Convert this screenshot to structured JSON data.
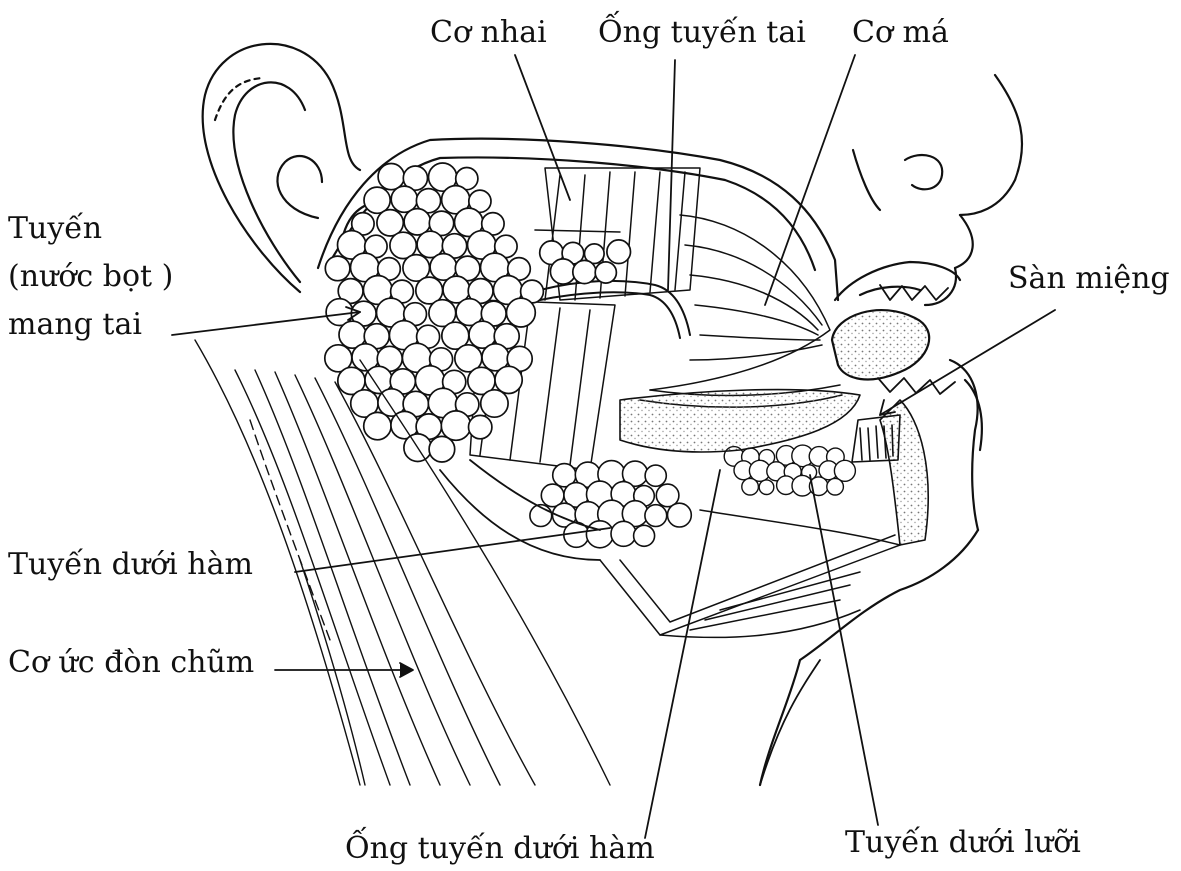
{
  "labels": {
    "co_nhai": "Cơ nhai",
    "ong_tuyen_tai": "Ống tuyến tai",
    "co_ma": "Cơ má",
    "tuyen_mang_tai_line1": "Tuyến",
    "tuyen_mang_tai_line2": "(nước bọt )",
    "tuyen_mang_tai_line3": "mang tai",
    "san_mieng": "Sàn miệng",
    "tuyen_duoi_ham": "Tuyến dưới hàm",
    "co_uc_don_chum": "Cơ ức đòn chũm",
    "ong_tuyen_duoi_ham": "Ống tuyến dưới hàm",
    "tuyen_duoi_luoi": "Tuyến dưới lưỡi"
  },
  "colors": {
    "ink": "#111111",
    "background": "#ffffff",
    "stipple": "#9a9a9a"
  }
}
